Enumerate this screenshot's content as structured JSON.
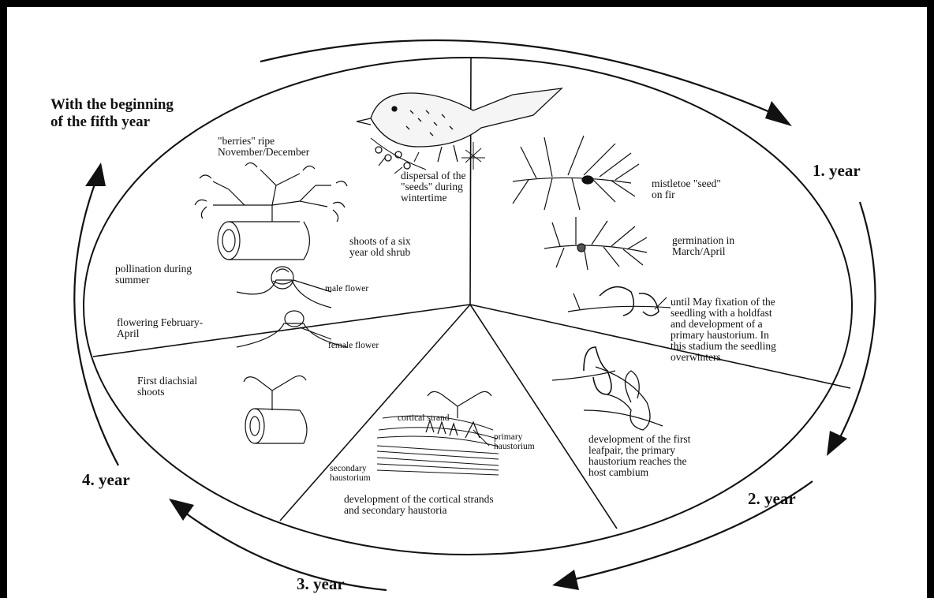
{
  "heading": "With the beginning\nof the fifth year",
  "years": {
    "y1": "1. year",
    "y2": "2. year",
    "y3": "3. year",
    "y4": "4. year"
  },
  "labels": {
    "berries": "\"berries\" ripe\nNovember/December",
    "dispersal": "dispersal of the\n\"seeds\" during\nwintertime",
    "mistletoe_seed": "mistletoe \"seed\"\non fir",
    "germination": "germination in\nMarch/April",
    "fixation": "until May fixation of the\nseedling with a holdfast\nand development of a\nprimary haustorium. In\nthis stadium the seedling\noverwinters",
    "shoots_six": "shoots of a six\nyear old shrub",
    "pollination": "pollination during\nsummer",
    "male_flower": "male flower",
    "flowering": "flowering February-\nApril",
    "female_flower": "female flower",
    "first_shoots": "First diachsial\nshoots",
    "cortical_strand": "cortical strand",
    "primary_haustorium": "primary\nhaustorium",
    "secondary_haustorium": "secondary\nhaustorium",
    "cortical_dev": "development of the cortical strands\nand secondary haustoria",
    "leafpair": "development of the first\nleafpair, the primary\nhaustorium reaches the\nhost cambium"
  },
  "icons": [
    "thrush-bird-icon",
    "fir-twig-icon",
    "seedling-icon",
    "shrub-icon",
    "flower-icon",
    "haustorium-section-icon",
    "arrow-icon"
  ]
}
